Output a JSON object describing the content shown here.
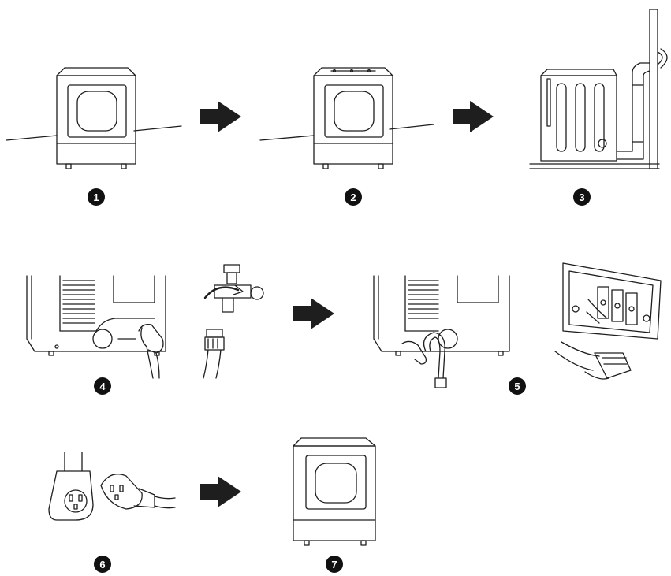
{
  "colors": {
    "line": "#1e1e1e",
    "arrow": "#1e1e1e",
    "badge_bg": "#111111",
    "badge_text": "#ffffff",
    "background": "#ffffff"
  },
  "steps": [
    {
      "number": "1",
      "illustration": "dryer-front-level"
    },
    {
      "number": "2",
      "illustration": "dryer-front-with-controls"
    },
    {
      "number": "3",
      "illustration": "dryer-side-exhaust-duct"
    },
    {
      "number": "4",
      "illustration": "water-supply-hose-connection"
    },
    {
      "number": "5",
      "illustration": "terminal-block-wiring"
    },
    {
      "number": "6",
      "illustration": "power-cord-plug-outlet"
    },
    {
      "number": "7",
      "illustration": "dryer-installed"
    }
  ],
  "arrows": [
    {
      "from": "1",
      "to": "2"
    },
    {
      "from": "2",
      "to": "3"
    },
    {
      "from": "4",
      "to": "5"
    },
    {
      "from": "6",
      "to": "7"
    }
  ]
}
